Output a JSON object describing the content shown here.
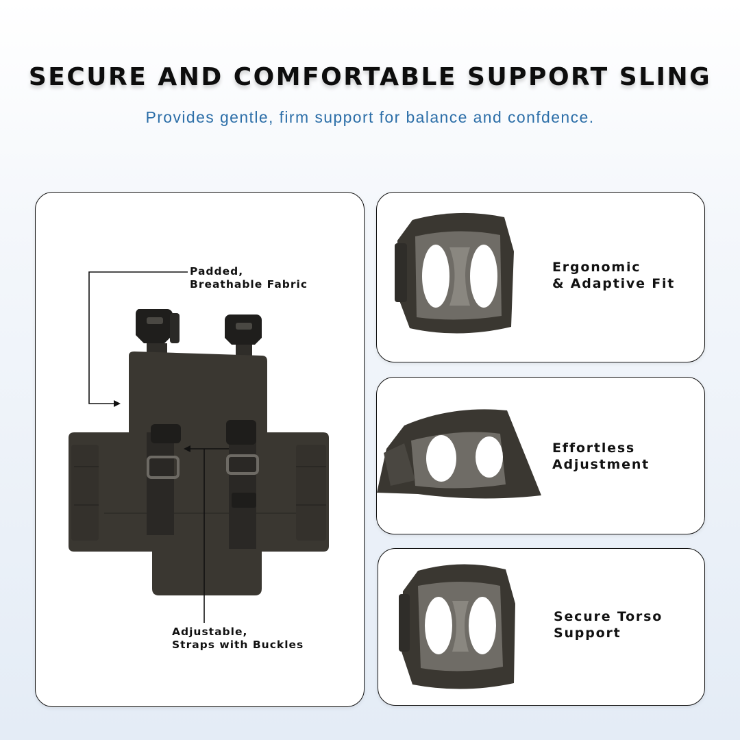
{
  "header": {
    "title": "SECURE AND COMFORTABLE SUPPORT SLING",
    "subtitle": "Provides gentle, firm support for balance and confdence."
  },
  "main_card": {
    "callout_top": {
      "line1": "Padded,",
      "line2": "Breathable Fabric"
    },
    "callout_bottom": {
      "line1": "Adjustable,",
      "line2": "Straps with Buckles"
    }
  },
  "features": [
    {
      "label": "Ergonomic\n& Adaptive Fit"
    },
    {
      "label": "Effortless\nAdjustment"
    },
    {
      "label": "Secure Torso\nSupport"
    }
  ],
  "colors": {
    "title": "#0d0d0d",
    "subtitle": "#2c6ea8",
    "fabric": "#3a3731",
    "fabric_inner": "#7d7a74",
    "card_border": "#111111"
  }
}
